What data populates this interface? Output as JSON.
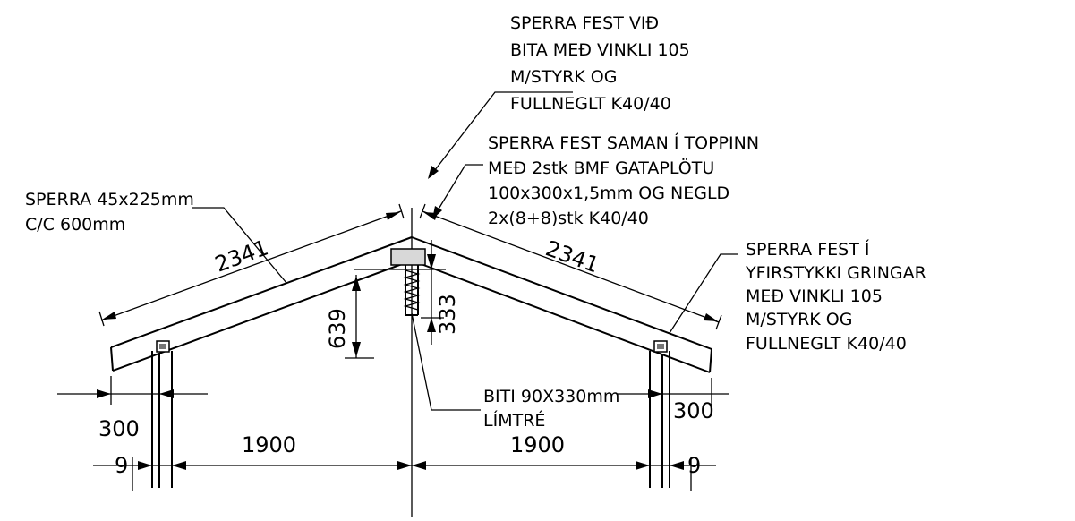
{
  "notes": {
    "rafter_to_beam": [
      "SPERRA FEST VIÐ",
      "BITA MEÐ VINKLI 105",
      "M/STYRK OG",
      "FULLNEGLT K40/40"
    ],
    "ridge_joint": [
      "SPERRA FEST SAMAN Í TOPPINN",
      "MEÐ 2stk BMF GATAPLÖTU",
      "100x300x1,5mm OG NEGLD",
      "2x(8+8)stk K40/40"
    ],
    "rafter_spec": [
      "SPERRA 45x225mm",
      "C/C 600mm"
    ],
    "rafter_to_header": [
      "SPERRA FEST Í",
      "YFIRSTYKKI GRINGAR",
      "MEÐ VINKLI 105",
      "M/STYRK OG",
      "FULLNEGLT K40/40"
    ],
    "beam": [
      "BITI 90X330mm",
      "LÍMTRÉ"
    ]
  },
  "dimensions": {
    "left_rafter_length": "2341",
    "right_rafter_length": "2341",
    "rise": "639",
    "beam_drop": "333",
    "left_overhang": "300",
    "right_overhang": "300",
    "left_span": "1900",
    "right_span": "1900",
    "left_post_offset": "9",
    "right_post_offset": "9"
  }
}
